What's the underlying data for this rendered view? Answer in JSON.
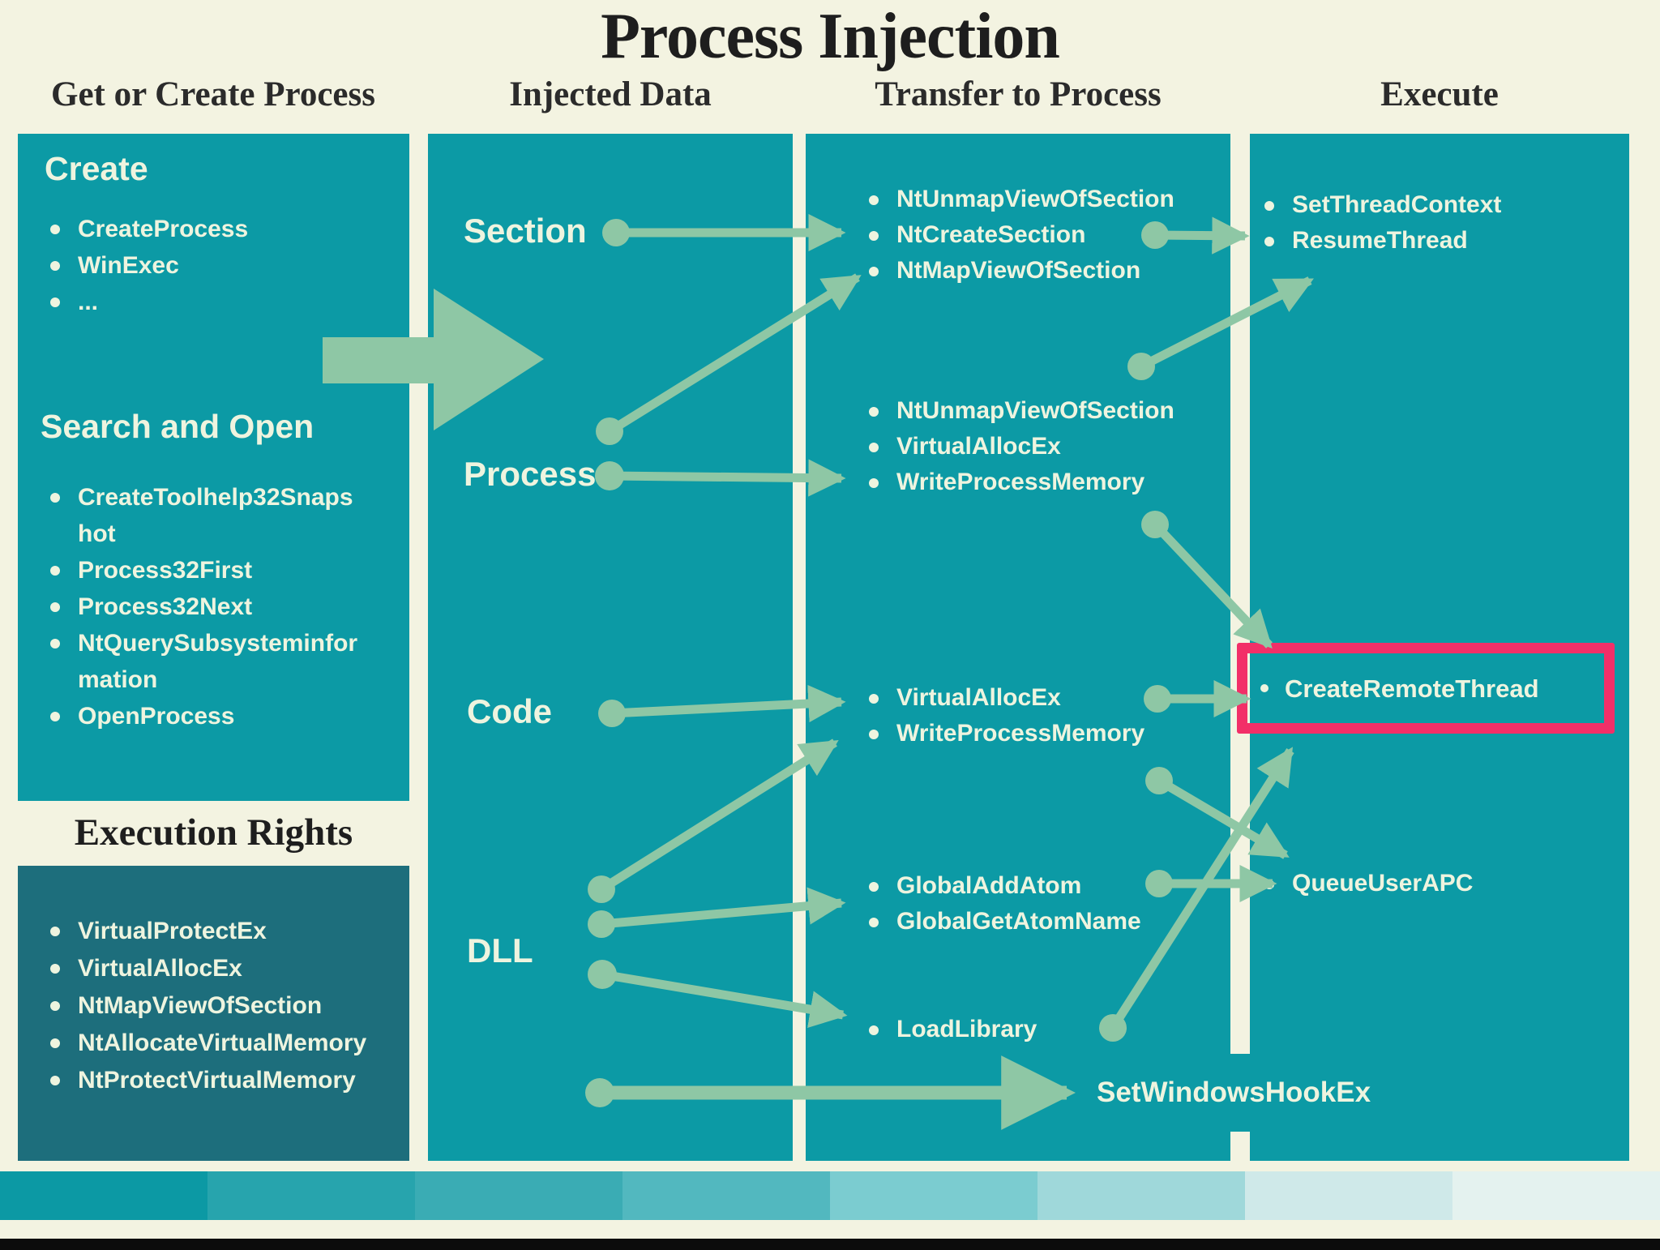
{
  "title": "Process Injection",
  "column_headers": [
    "Get or Create Process",
    "Injected Data",
    "Transfer to Process",
    "Execute"
  ],
  "get_or_create": {
    "create": {
      "heading": "Create",
      "items": [
        "CreateProcess",
        "WinExec",
        "..."
      ]
    },
    "search_and_open": {
      "heading": "Search and Open",
      "items": [
        "CreateToolhelp32Snaps\nhot",
        "Process32First",
        "Process32Next",
        "NtQuerySubsysteminfor\nmation",
        "OpenProcess"
      ]
    },
    "execution_rights": {
      "heading": "Execution Rights",
      "items": [
        "VirtualProtectEx",
        "VirtualAllocEx",
        "NtMapViewOfSection",
        "NtAllocateVirtualMemory",
        "NtProtectVirtualMemory"
      ]
    }
  },
  "injected_data": {
    "labels": [
      "Section",
      "Process",
      "Code",
      "DLL"
    ]
  },
  "transfer_to_process": {
    "section_apis": [
      "NtUnmapViewOfSection",
      "NtCreateSection",
      "NtMapViewOfSection"
    ],
    "process_apis": [
      "NtUnmapViewOfSection",
      "VirtualAllocEx",
      "WriteProcessMemory"
    ],
    "code_apis": [
      "VirtualAllocEx",
      "WriteProcessMemory"
    ],
    "atom_apis": [
      "GlobalAddAtom",
      "GlobalGetAtomName"
    ],
    "loadlibrary": "LoadLibrary",
    "setwindowshookex": "SetWindowsHookEx"
  },
  "execute": {
    "thread_apis": [
      "SetThreadContext",
      "ResumeThread"
    ],
    "create_remote_thread": "CreateRemoteThread",
    "queue_user_apc": "QueueUserAPC"
  },
  "colors": {
    "background": "#f3f3e1",
    "panel_teal": "#0c9aa5",
    "panel_dark_teal": "#1d6e7c",
    "connector_green": "#8ec7a5",
    "highlight_pink": "#f22f68",
    "text_light": "#eef4df",
    "text_dark": "#262626",
    "footer_strip": [
      "#0c99a4",
      "#27a4ad",
      "#3aacb4",
      "#52b8bf",
      "#7bccd0",
      "#9fd8da",
      "#cfe9e9",
      "#e4f2ef"
    ],
    "footer_black": "#0c0c0c"
  }
}
